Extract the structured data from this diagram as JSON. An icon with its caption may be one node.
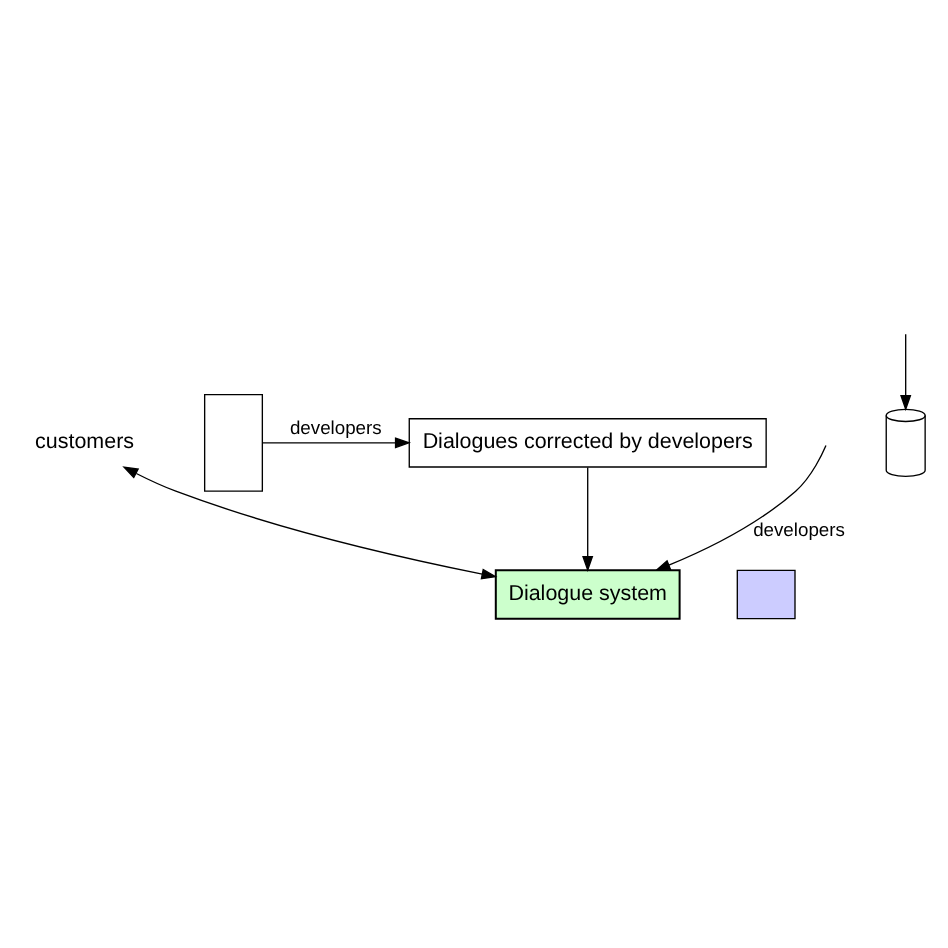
{
  "diagram": {
    "nodes": [
      {
        "text": [
          "customers"
        ]
      },
      {
        "text": [
          "Dialogue system"
        ]
      },
      {
        "text": [],
        "shape": "cylinder"
      },
      {
        "text": [],
        "shape": "box"
      },
      {
        "text": [
          "Dialogues corrected by developers"
        ]
      },
      {
        "text": [],
        "shape": "box"
      }
    ],
    "edges": [
      {
        "from": null,
        "to": 1,
        "arrow": "to",
        "label": "developers"
      },
      {
        "from": 0,
        "to": 1,
        "arrow": "both"
      },
      {
        "from": null,
        "to": 2,
        "arrow": "to"
      },
      {
        "from": 4,
        "to": 1,
        "arrow": "to"
      },
      {
        "from": 5,
        "to": 4,
        "arrow": "to",
        "label": "developers"
      }
    ]
  }
}
